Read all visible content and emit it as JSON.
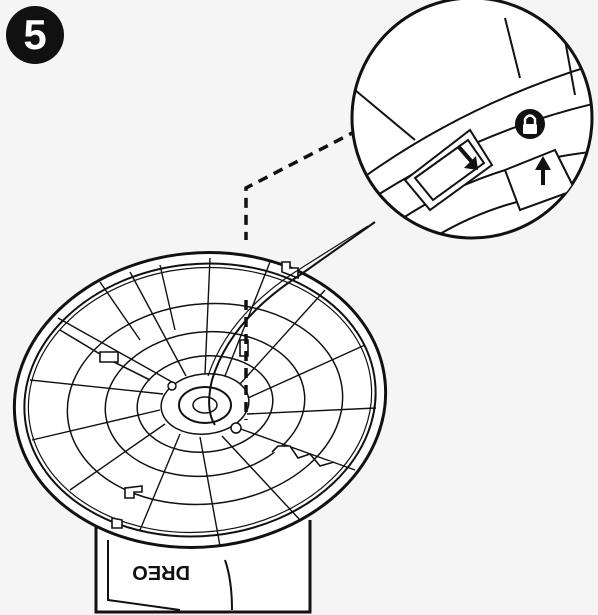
{
  "step": {
    "number": "5"
  },
  "brand": {
    "logo_text": "DREO"
  },
  "colors": {
    "ink": "#111111",
    "background": "#f5f5f5",
    "fill": "#ffffff"
  },
  "icons": {
    "lock": "padlock-in-circle",
    "arrow_down": "down-right-arrow",
    "arrow_up": "up-arrow"
  }
}
